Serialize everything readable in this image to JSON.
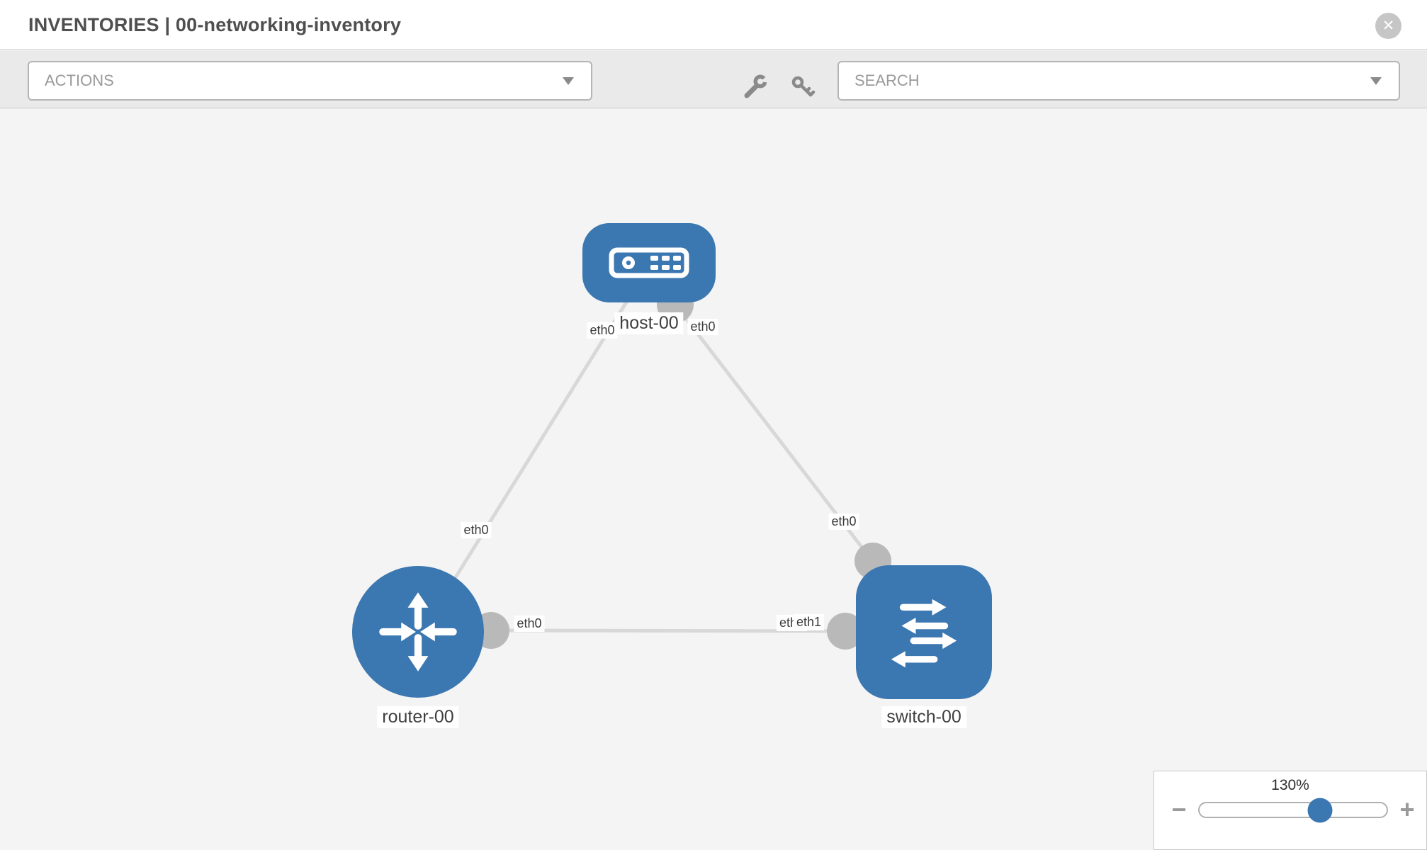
{
  "header": {
    "title": "INVENTORIES | 00-networking-inventory"
  },
  "toolbar": {
    "actions_label": "ACTIONS",
    "search_label": "SEARCH",
    "close_glyph": "✕"
  },
  "topology": {
    "nodes": [
      {
        "name": "host-00",
        "type": "host"
      },
      {
        "name": "router-00",
        "type": "router"
      },
      {
        "name": "switch-00",
        "type": "switch"
      }
    ],
    "links": [
      {
        "from": "host-00",
        "from_if": "eth0",
        "to": "router-00",
        "to_if": "eth0"
      },
      {
        "from": "host-00",
        "from_if": "eth0",
        "to": "switch-00",
        "to_if": "eth0"
      },
      {
        "from": "router-00",
        "from_if": "eth0",
        "to": "switch-00",
        "to_if": "eth1"
      }
    ],
    "interface_labels": {
      "host_to_router": "eth0",
      "host_to_switch": "eth0",
      "router_to_host": "eth0",
      "switch_to_host": "eth0",
      "router_to_switch": "eth0",
      "switch_to_router_back": "eth0",
      "switch_to_router": "eth1"
    }
  },
  "zoom_panel": {
    "level": "130%",
    "minus_label": "−",
    "plus_label": "+",
    "slider_percent": 64.5
  },
  "colors": {
    "node_blue": "#3b77b0",
    "link_gray": "#d8d8d8",
    "connector_gray": "#b9b9b9",
    "canvas_bg": "#f4f4f4"
  }
}
